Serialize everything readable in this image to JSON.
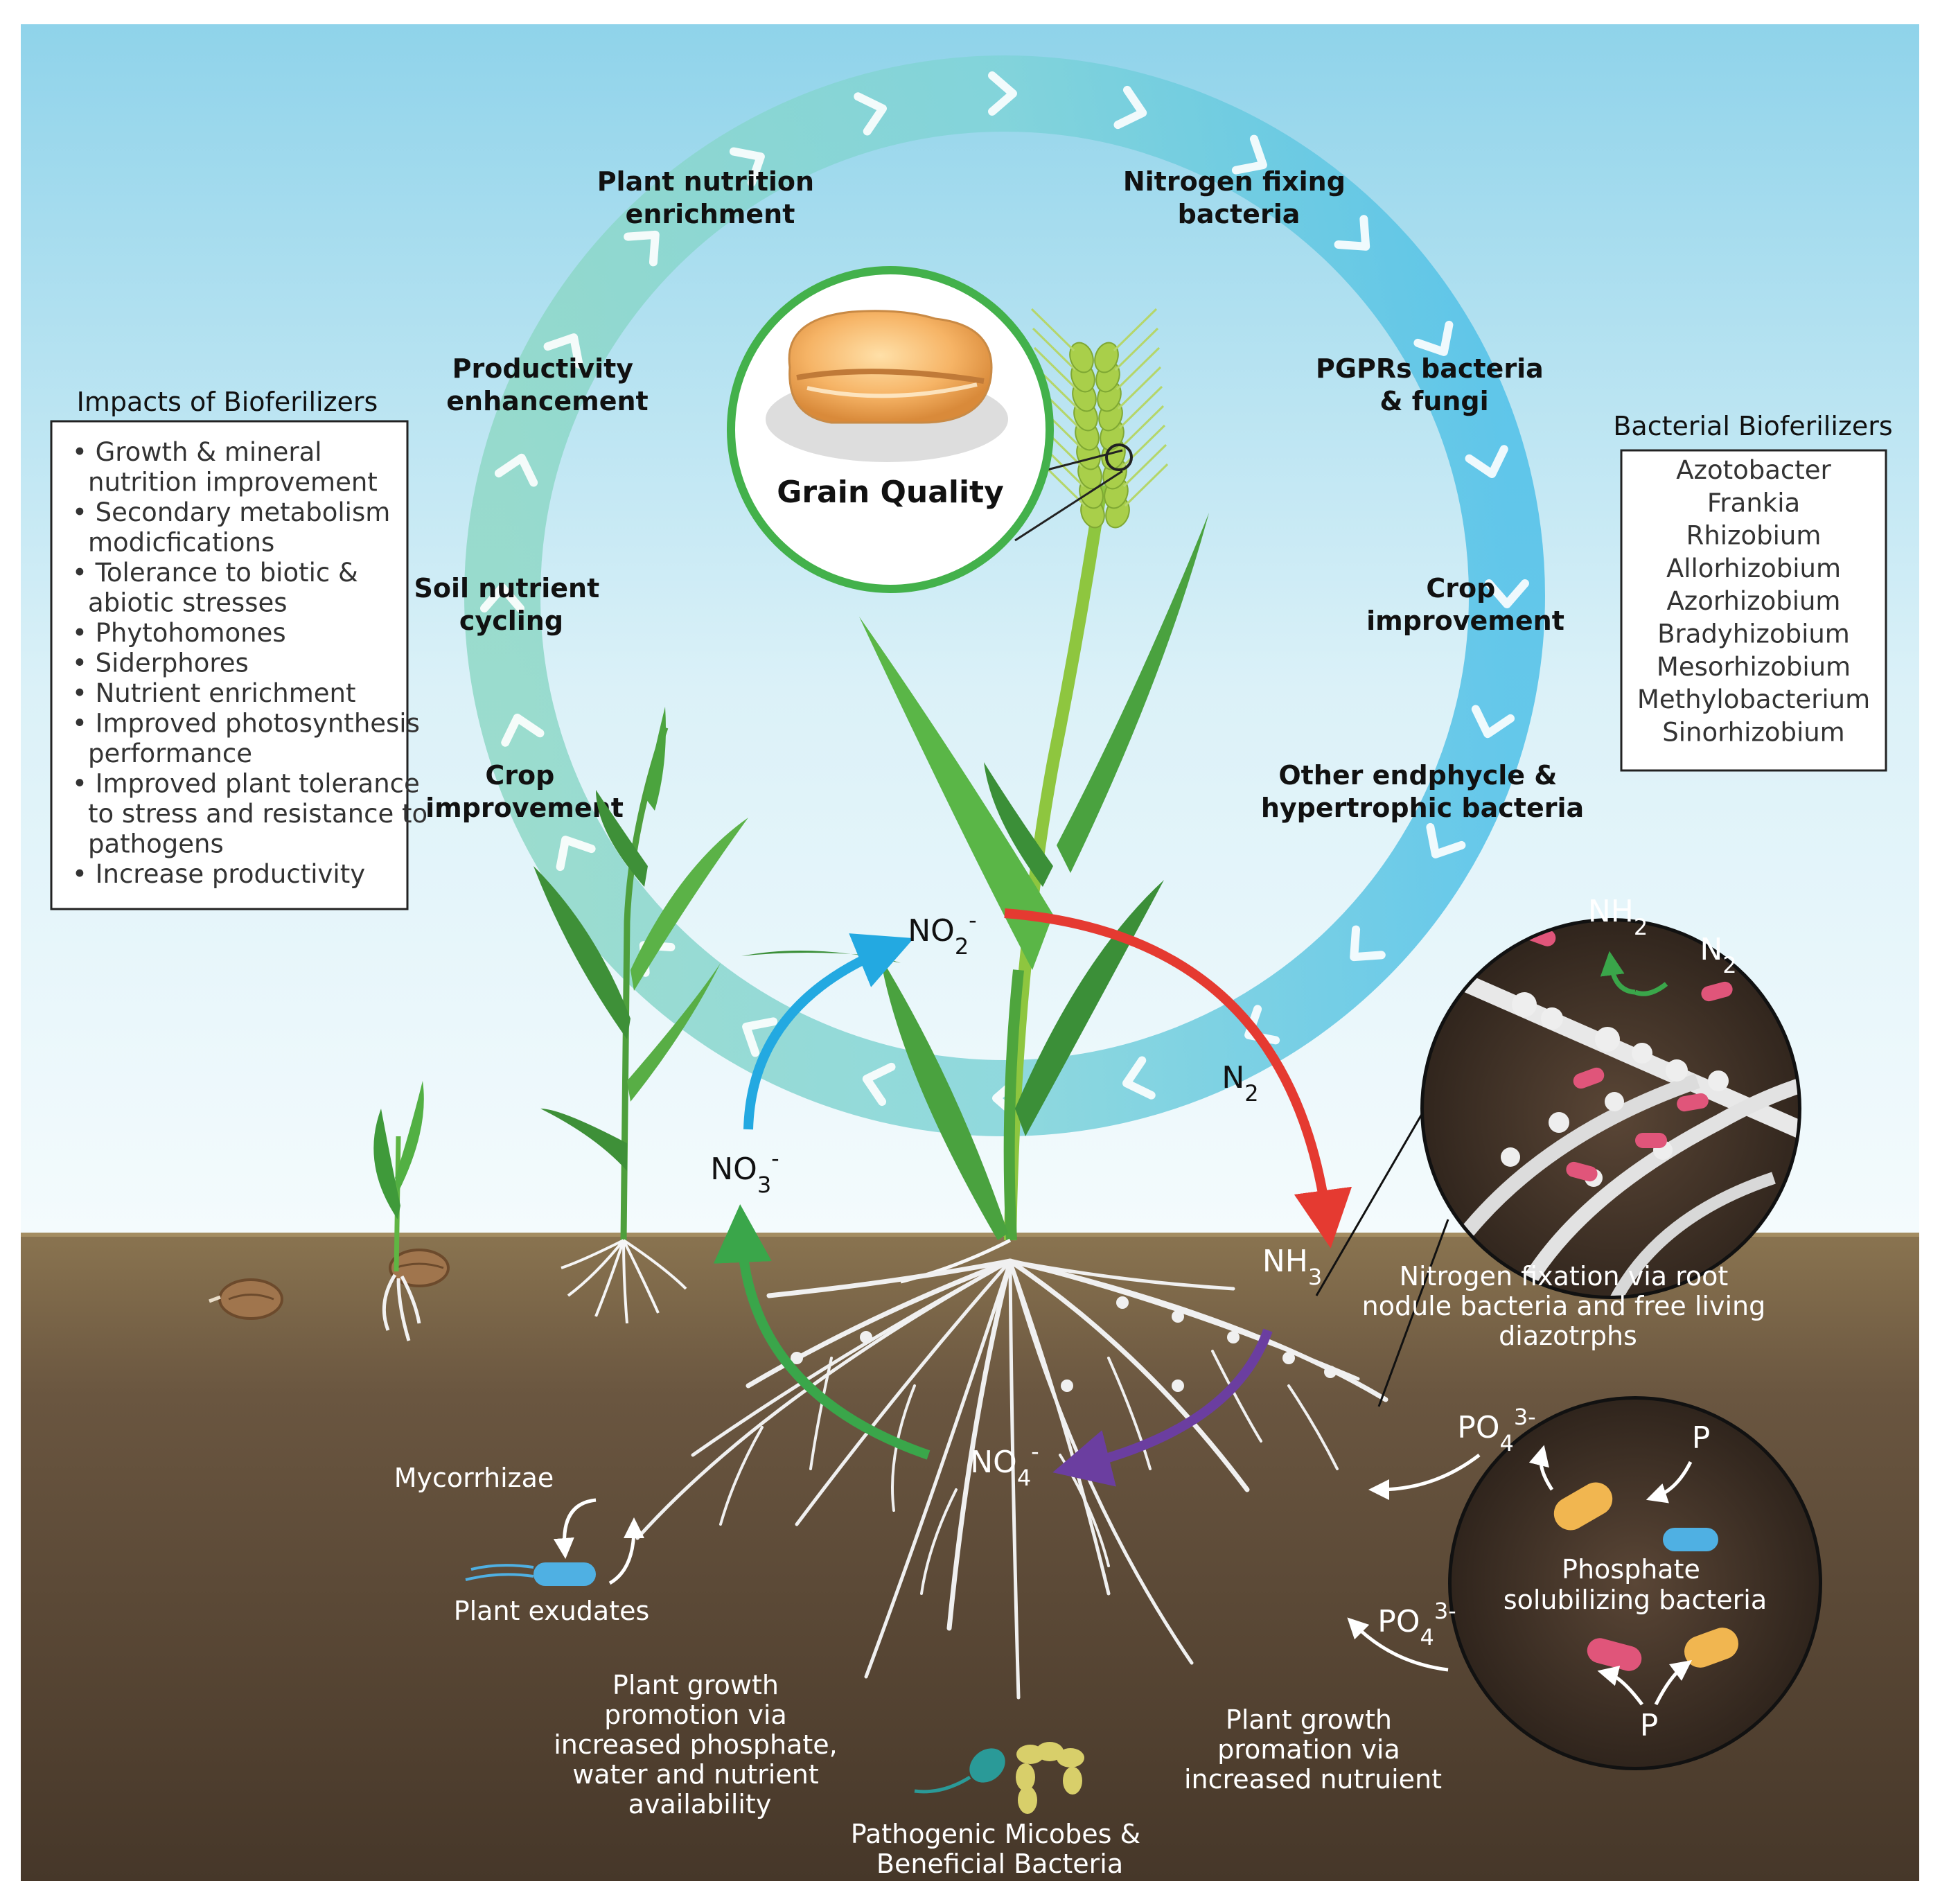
{
  "cycle_labels": {
    "plant_nutrition": [
      "Plant nutrition",
      "enrichment"
    ],
    "nitrogen_fixing": [
      "Nitrogen fixing",
      "bacteria"
    ],
    "productivity": [
      "Productivity",
      "enhancement"
    ],
    "pgprs": [
      "PGPRs bacteria",
      "& fungi"
    ],
    "soil_cycling": [
      "Soil nutrient",
      "cycling"
    ],
    "crop_right": [
      "Crop",
      "improvement"
    ],
    "crop_left": [
      "Crop",
      "improvement"
    ],
    "other_bacteria": [
      "Other endphycle &",
      "hypertrophic bacteria"
    ]
  },
  "grain_quality": "Grain Quality",
  "impacts_box": {
    "title": "Impacts of Bioferilizers",
    "lines": [
      "• Growth & mineral",
      "  nutrition improvement",
      "• Secondary metabolism",
      "  modicfications",
      "• Tolerance to biotic &",
      "  abiotic stresses",
      "• Phytohomones",
      "• Siderphores",
      "• Nutrient enrichment",
      "• Improved photosynthesis",
      "  performance",
      "• Improved plant tolerance",
      "  to stress and resistance to",
      "  pathogens",
      "• Increase productivity"
    ]
  },
  "bacterial_box": {
    "title": "Bacterial Bioferilizers",
    "items": [
      "Azotobacter",
      "Frankia",
      "Rhizobium",
      "Allorhizobium",
      "Azorhizobium",
      "Bradyhizobium",
      "Mesorhizobium",
      "Methylobacterium",
      "Sinorhizobium"
    ]
  },
  "chem": {
    "no2": "NO2-",
    "n2": "N2",
    "nh3": "NH3",
    "no3": "NO3-",
    "no4": "NO4-",
    "nh2_circle": "NH2",
    "n2_circle": "N2",
    "po4_a": "PO43-",
    "po4_b": "PO43-",
    "p_a": "P",
    "p_b": "P"
  },
  "soil_labels": {
    "nitrogen_fixation": [
      "Nitrogen fixation via root",
      "nodule bacteria and free living",
      "diazotrphs"
    ],
    "phosphate": [
      "Phosphate",
      "solubilizing bacteria"
    ],
    "mycorrhizae": "Mycorrhizae",
    "exudates": "Plant exudates",
    "growth_left": [
      "Plant growth",
      "promotion via",
      "increased phosphate,",
      "water and nutrient",
      "availability"
    ],
    "growth_right": [
      "Plant growth",
      "promation via",
      "increased nutruient"
    ],
    "pathogenic": [
      "Pathogenic Micobes &",
      "Beneficial Bacteria"
    ]
  },
  "colors": {
    "sky_top": "#8fd3ea",
    "sky_bottom": "#f2fafc",
    "soil_top": "#8a7450",
    "soil_bottom": "#4a3a2c",
    "arrow_red": "#e53a31",
    "arrow_blue": "#23a9e1",
    "arrow_green": "#3aa64a",
    "arrow_purple": "#6b3ea0",
    "grain_ring": "#43b14b"
  }
}
